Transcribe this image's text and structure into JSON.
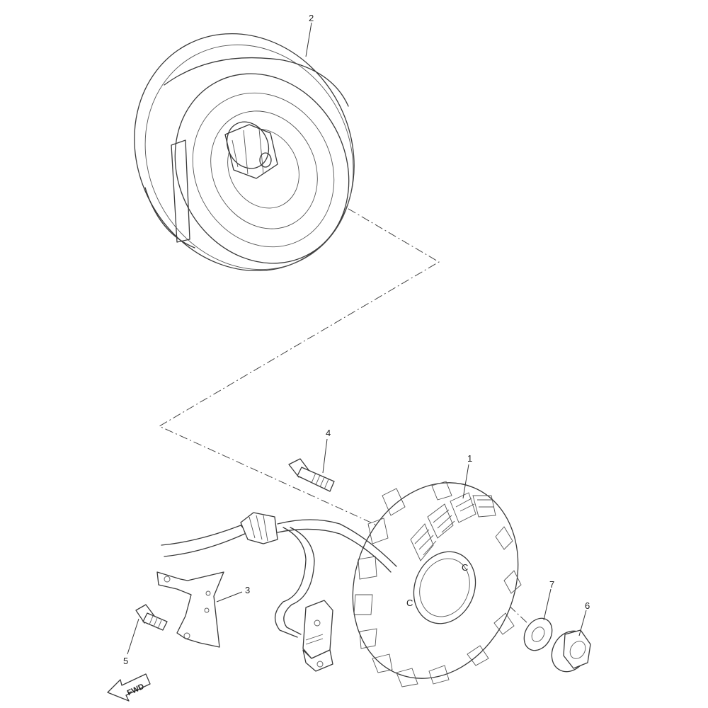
{
  "callouts": {
    "stator": "1",
    "rotor": "2",
    "bracket": "3",
    "bolt_long": "4",
    "screw_short": "5",
    "nut": "6",
    "washer": "7"
  },
  "direction_marker": "FWD",
  "stator_marks": {
    "upper": "C",
    "lower": "C"
  }
}
